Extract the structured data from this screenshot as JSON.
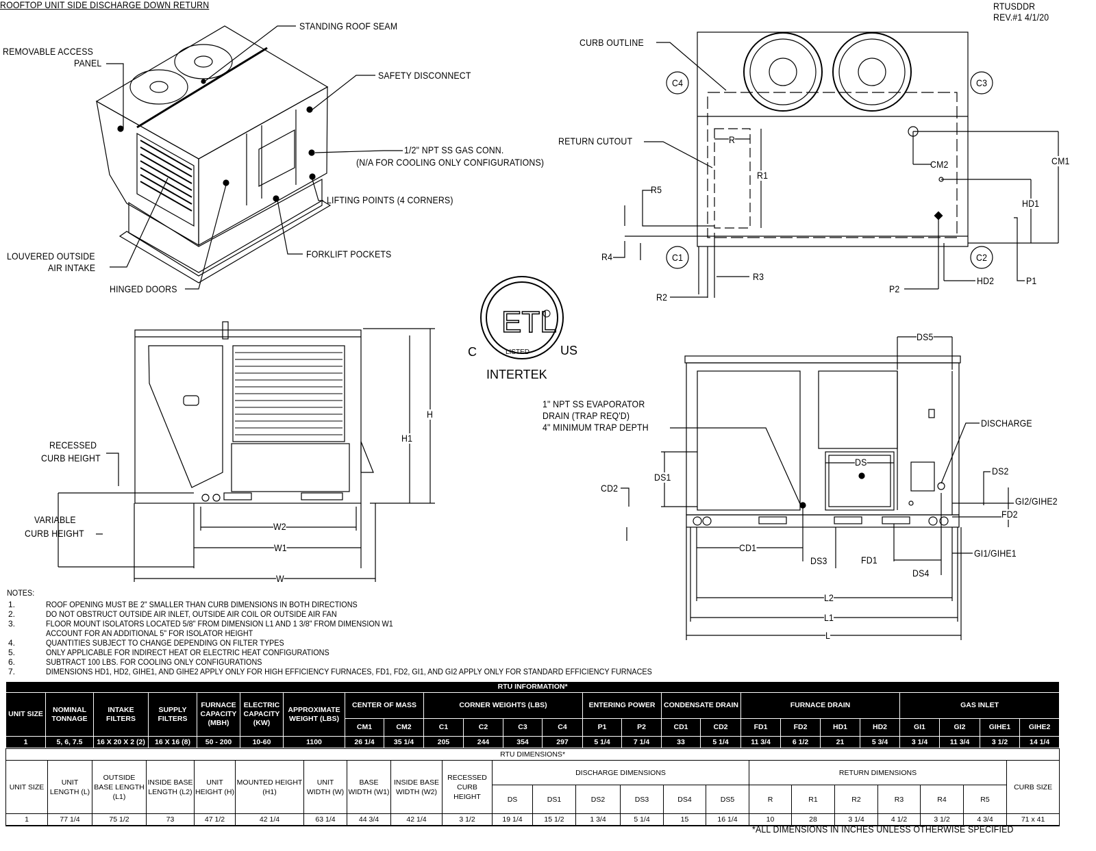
{
  "header": {
    "title": "ROOFTOP UNIT SIDE DISCHARGE DOWN RETURN",
    "drawing_code": "RTUSDDR",
    "revision": "REV.#1 4/1/20"
  },
  "isometric_view": {
    "callouts": {
      "standing_roof_seam": "STANDING ROOF SEAM",
      "removable_access_1": "REMOVABLE ACCESS",
      "removable_access_2": "PANEL",
      "safety_disconnect": "SAFETY DISCONNECT",
      "gas_conn_1": "1/2\" NPT SS GAS CONN.",
      "gas_conn_2": "(N/A FOR COOLING ONLY CONFIGURATIONS)",
      "lifting_points": "LIFTING POINTS (4 CORNERS)",
      "forklift_pockets": "FORKLIFT POCKETS",
      "louvered_1": "LOUVERED OUTSIDE",
      "louvered_2": "AIR INTAKE",
      "hinged_doors": "HINGED DOORS"
    }
  },
  "top_view": {
    "curb_outline": "CURB OUTLINE",
    "return_cutout": "RETURN CUTOUT",
    "corners": {
      "c1": "C1",
      "c2": "C2",
      "c3": "C3",
      "c4": "C4"
    },
    "dims": {
      "r": "R",
      "r1": "R1",
      "r2": "R2",
      "r3": "R3",
      "r4": "R4",
      "r5": "R5",
      "cm1": "CM1",
      "cm2": "CM2",
      "hd1": "HD1",
      "hd2": "HD2",
      "p1": "P1",
      "p2": "P2"
    }
  },
  "certification": {
    "left": "C",
    "right": "US",
    "lab": "INTERTEK",
    "logo_text": "ETL LISTED",
    "logo_color": "#000000"
  },
  "side_view": {
    "recessed_1": "RECESSED",
    "recessed_2": "CURB HEIGHT",
    "variable_1": "VARIABLE",
    "variable_2": "CURB HEIGHT",
    "dims": {
      "h": "H",
      "h1": "H1",
      "w": "W",
      "w1": "W1",
      "w2": "W2"
    }
  },
  "front_view": {
    "drain_1": "1\" NPT SS EVAPORATOR",
    "drain_2": "DRAIN (TRAP REQ'D)",
    "drain_3": "4\" MINIMUM TRAP DEPTH",
    "discharge": "DISCHARGE",
    "dims": {
      "ds": "DS",
      "ds1": "DS1",
      "ds2": "DS2",
      "ds3": "DS3",
      "ds4": "DS4",
      "ds5": "DS5",
      "cd1": "CD1",
      "cd2": "CD2",
      "fd1": "FD1",
      "fd2": "FD2",
      "gi2": "GI2/GIHE2",
      "gi1": "GI1/GIHE1",
      "l": "L",
      "l1": "L1",
      "l2": "L2"
    }
  },
  "notes": {
    "heading": "NOTES:",
    "items": [
      {
        "num": "1.",
        "text": "ROOF OPENING MUST BE 2\" SMALLER THAN CURB DIMENSIONS IN BOTH DIRECTIONS"
      },
      {
        "num": "2.",
        "text": "DO NOT OBSTRUCT OUTSIDE AIR INLET, OUTSIDE AIR COIL OR OUTSIDE AIR FAN"
      },
      {
        "num": "3.",
        "text": "FLOOR MOUNT ISOLATORS LOCATED 5/8\" FROM DIMENSION L1 AND 1 3/8\" FROM DIMENSION W1",
        "text2": "ACCOUNT FOR AN ADDITIONAL 5\" FOR ISOLATOR HEIGHT"
      },
      {
        "num": "4.",
        "text": "QUANTITIES SUBJECT TO CHANGE DEPENDING ON FILTER TYPES"
      },
      {
        "num": "5.",
        "text": "ONLY APPLICABLE FOR INDIRECT HEAT OR ELECTRIC HEAT CONFIGURATIONS"
      },
      {
        "num": "6.",
        "text": "SUBTRACT 100 LBS. FOR COOLING ONLY CONFIGURATIONS"
      },
      {
        "num": "7.",
        "text": "DIMENSIONS HD1, HD2, GIHE1, AND GIHE2 APPLY ONLY FOR HIGH EFFICIENCY FURNACES, FD1, FD2, GI1, AND GI2 APPLY ONLY FOR STANDARD EFFICIENCY FURNACES"
      }
    ]
  },
  "rtu_information": {
    "title": "RTU INFORMATION*",
    "single_headers": [
      "UNIT SIZE",
      "NOMINAL TONNAGE",
      "INTAKE FILTERS",
      "SUPPLY FILTERS",
      "FURNACE CAPACITY (MBH)",
      "ELECTRIC CAPACITY (KW)",
      "APPROXIMATE WEIGHT (LBS)"
    ],
    "groups": [
      {
        "label": "CENTER OF MASS",
        "cols": [
          "CM1",
          "CM2"
        ]
      },
      {
        "label": "CORNER WEIGHTS (LBS)",
        "cols": [
          "C1",
          "C2",
          "C3",
          "C4"
        ]
      },
      {
        "label": "ENTERING POWER",
        "cols": [
          "P1",
          "P2"
        ]
      },
      {
        "label": "CONDENSATE DRAIN",
        "cols": [
          "CD1",
          "CD2"
        ]
      },
      {
        "label": "FURNACE DRAIN",
        "cols": [
          "FD1",
          "FD2",
          "HD1",
          "HD2"
        ]
      },
      {
        "label": "GAS INLET",
        "cols": [
          "GI1",
          "GI2",
          "GIHE1",
          "GIHE2"
        ]
      }
    ],
    "row": [
      "1",
      "5, 6, 7.5",
      "16 X 20 X 2 (2)",
      "16 X 16 (8)",
      "50 - 200",
      "10-60",
      "1100",
      "26 1/4",
      "35 1/4",
      "205",
      "244",
      "354",
      "297",
      "5 1/4",
      "7 1/4",
      "33",
      "5 1/4",
      "11 3/4",
      "6 1/2",
      "21",
      "5 3/4",
      "3 1/4",
      "11 3/4",
      "3 1/2",
      "14 1/4"
    ]
  },
  "rtu_dimensions": {
    "title": "RTU DIMENSIONS*",
    "single_headers": [
      "UNIT SIZE",
      "UNIT LENGTH (L)",
      "OUTSIDE BASE LENGTH (L1)",
      "INSIDE BASE LENGTH (L2)",
      "UNIT HEIGHT (H)",
      "MOUNTED HEIGHT (H1)",
      "UNIT WIDTH (W)",
      "BASE WIDTH (W1)",
      "INSIDE BASE WIDTH (W2)",
      "RECESSED CURB HEIGHT"
    ],
    "groups": [
      {
        "label": "DISCHARGE DIMENSIONS",
        "cols": [
          "DS",
          "DS1",
          "DS2",
          "DS3",
          "DS4",
          "DS5"
        ]
      },
      {
        "label": "RETURN DIMENSIONS",
        "cols": [
          "R",
          "R1",
          "R2",
          "R3",
          "R4",
          "R5"
        ]
      }
    ],
    "trailing_header": "CURB SIZE",
    "row": [
      "1",
      "77 1/4",
      "75 1/2",
      "73",
      "47 1/2",
      "42 1/4",
      "63 1/4",
      "44 3/4",
      "42 1/4",
      "3 1/2",
      "19 1/4",
      "15 1/2",
      "1 3/4",
      "5 1/4",
      "15",
      "16 1/4",
      "10",
      "28",
      "3 1/4",
      "4 1/2",
      "3 1/2",
      "4 3/4",
      "71 x 41"
    ],
    "footnote": "*ALL DIMENSIONS IN INCHES UNLESS OTHERWISE SPECIFIED"
  }
}
